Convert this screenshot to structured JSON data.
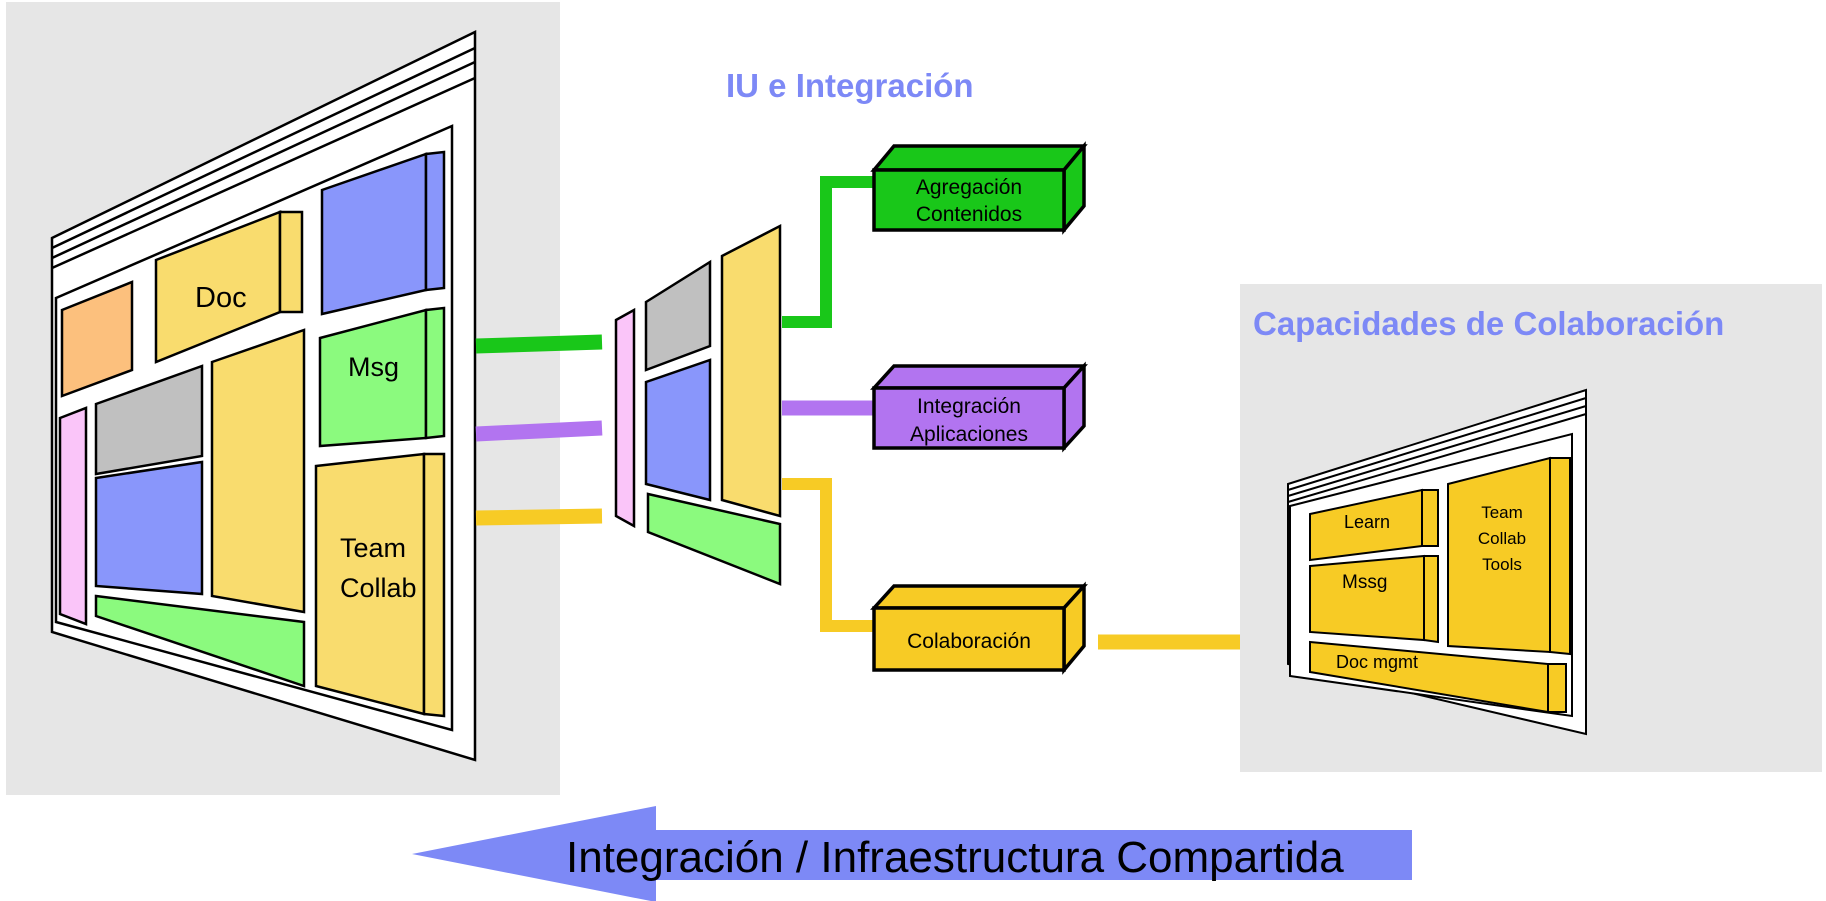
{
  "colors": {
    "panel_bg": "#e6e6e6",
    "green": "#19c719",
    "purple": "#b274f0",
    "yellow": "#f7cb25",
    "light_yellow": "#f9dc6e",
    "blue": "#8996fb",
    "gray": "#c0c0c0",
    "orange": "#fcc07d",
    "pink": "#fac5f9",
    "light_green": "#8bfa7e",
    "title_blue": "#7d89f6",
    "arrow_blue": "#7d89f6"
  },
  "left_portal": {
    "doc_label": "Doc",
    "msg_label": "Msg",
    "team_label_1": "Team",
    "team_label_2": "Collab"
  },
  "middle": {
    "title": "IU e  Integración"
  },
  "services": {
    "content": {
      "line1": "Agregación",
      "line2": "Contenidos"
    },
    "apps": {
      "line1": "Integración",
      "line2": "Aplicaciones"
    },
    "collab": {
      "line1": "Colaboración"
    }
  },
  "right_panel": {
    "title": "Capacidades de Colaboración",
    "learn": "Learn",
    "mssg": "Mssg",
    "team_1": "Team",
    "team_2": "Collab",
    "team_3": "Tools",
    "docmgmt": "Doc mgmt"
  },
  "bottom_arrow": {
    "label": "Integración / Infraestructura Compartida"
  }
}
